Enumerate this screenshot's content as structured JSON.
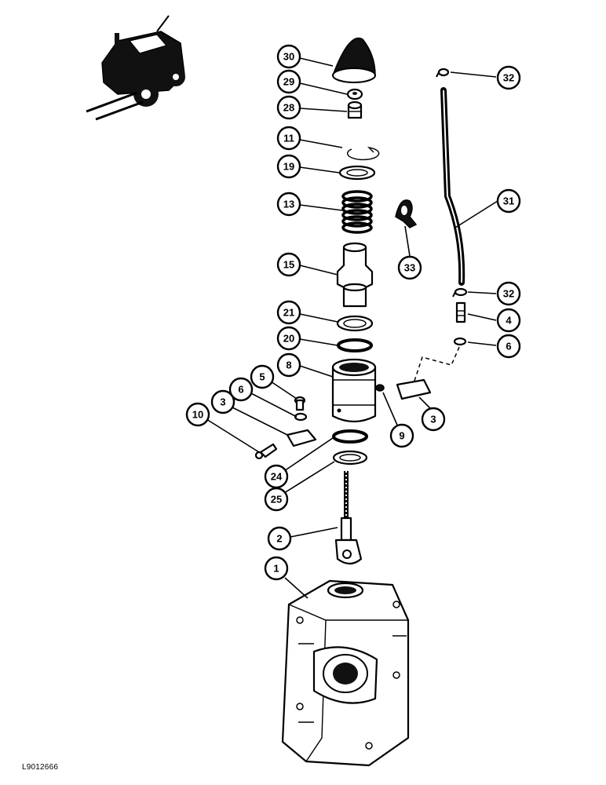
{
  "figure": {
    "reference_code": "L9012666"
  },
  "callouts": [
    {
      "id": "c30",
      "label": "30"
    },
    {
      "id": "c29",
      "label": "29"
    },
    {
      "id": "c28",
      "label": "28"
    },
    {
      "id": "c11",
      "label": "11"
    },
    {
      "id": "c19",
      "label": "19"
    },
    {
      "id": "c13",
      "label": "13"
    },
    {
      "id": "c15",
      "label": "15"
    },
    {
      "id": "c21",
      "label": "21"
    },
    {
      "id": "c20",
      "label": "20"
    },
    {
      "id": "c8",
      "label": "8"
    },
    {
      "id": "c5",
      "label": "5"
    },
    {
      "id": "c6a",
      "label": "6"
    },
    {
      "id": "c3a",
      "label": "3"
    },
    {
      "id": "c10",
      "label": "10"
    },
    {
      "id": "c24",
      "label": "24"
    },
    {
      "id": "c25",
      "label": "25"
    },
    {
      "id": "c2",
      "label": "2"
    },
    {
      "id": "c1",
      "label": "1"
    },
    {
      "id": "c9",
      "label": "9"
    },
    {
      "id": "c3b",
      "label": "3"
    },
    {
      "id": "c33",
      "label": "33"
    },
    {
      "id": "c32a",
      "label": "32"
    },
    {
      "id": "c31",
      "label": "31"
    },
    {
      "id": "c32b",
      "label": "32"
    },
    {
      "id": "c4",
      "label": "4"
    },
    {
      "id": "c6b",
      "label": "6"
    }
  ]
}
